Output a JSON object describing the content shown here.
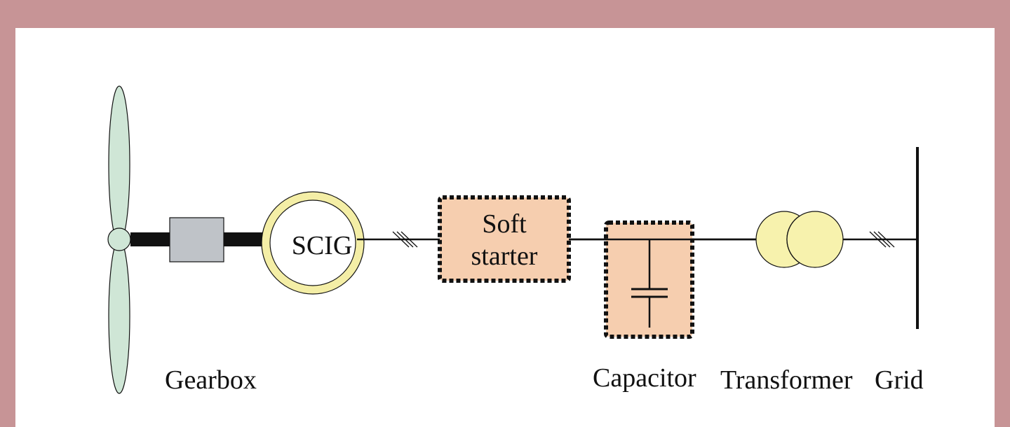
{
  "components": {
    "generator": {
      "label": "SCIG"
    },
    "soft_starter": {
      "label_line1": "Soft",
      "label_line2": "starter"
    },
    "gearbox": {
      "label": "Gearbox"
    },
    "capacitor": {
      "label": "Capacitor"
    },
    "transformer": {
      "label": "Transformer"
    },
    "grid": {
      "label": "Grid"
    }
  },
  "colors": {
    "border": "#c79496",
    "blade_fill": "#cfe6d6",
    "gearbox_fill": "#bfc3c8",
    "generator_ring": "#f4eea6",
    "dashed_box_fill": "#f6ceaf",
    "transformer_fill": "#f7f2ad",
    "line": "#111111"
  }
}
